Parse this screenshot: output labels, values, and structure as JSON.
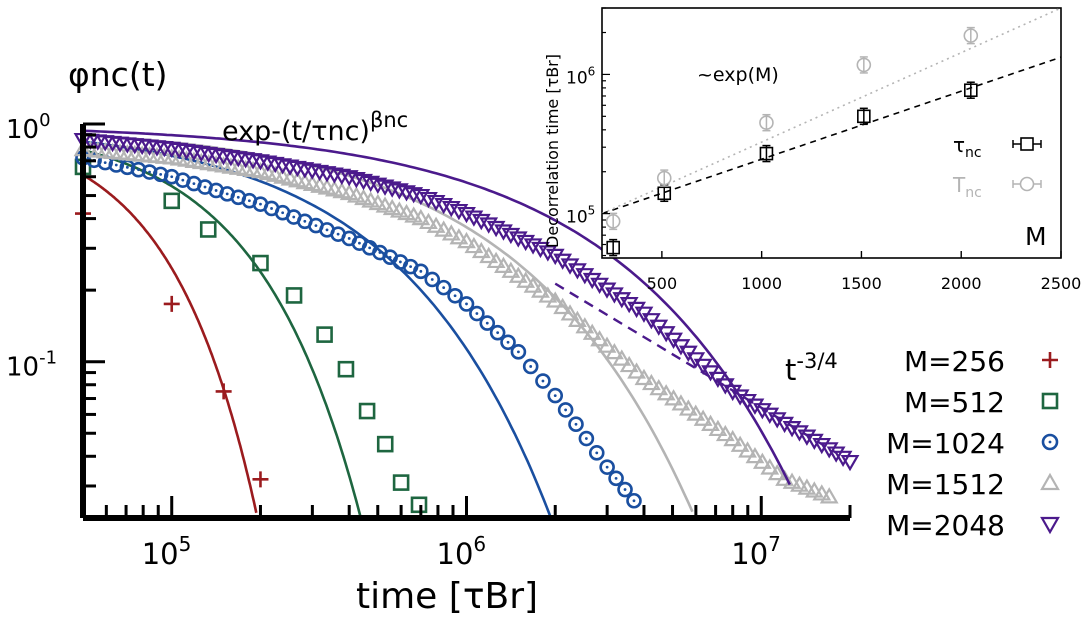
{
  "chart_data": [
    {
      "type": "line",
      "scale": {
        "x": "log",
        "y": "log"
      },
      "title": "exp-(t/τnc)",
      "title_sup": "βnc",
      "ylabel": "φnc(t)",
      "xlabel": "time [τBr]",
      "xlim": [
        50000,
        20000000
      ],
      "ylim": [
        0.022,
        1.0
      ],
      "x_ticks": [
        {
          "value": 100000,
          "base": "10",
          "exp": "5"
        },
        {
          "value": 1000000,
          "base": "10",
          "exp": "6"
        },
        {
          "value": 10000000,
          "base": "10",
          "exp": "7"
        }
      ],
      "y_ticks": [
        {
          "value": 1.0,
          "base": "10",
          "exp": "0"
        },
        {
          "value": 0.1,
          "base": "10",
          "exp": "-1"
        }
      ],
      "grid": false,
      "legend_position": "bottom-right",
      "power_law": {
        "label": "t",
        "label_exp": "-3/4",
        "exponent": -0.75,
        "x": [
          2000000,
          18000000
        ],
        "y": [
          0.213,
          0.0413
        ],
        "color": "#4b1a8c"
      },
      "series": [
        {
          "name": "M=256",
          "color": "#9b1b1e",
          "marker": "plus",
          "tau": 80000,
          "beta": 1.5,
          "markers": {
            "x": [
              50000,
              100000,
              150000,
              200000
            ],
            "y": [
              0.42,
              0.175,
              0.075,
              0.032
            ]
          },
          "fit": {
            "x_end": 235000
          }
        },
        {
          "name": "M=512",
          "color": "#1e6640",
          "marker": "square",
          "tau": 150000,
          "beta": 1.25,
          "markers": {
            "x": [
              50000,
              100000,
              133000,
              200000,
              260000,
              330000,
              390000,
              460000,
              530000,
              600000,
              690000
            ],
            "y": [
              0.66,
              0.475,
              0.36,
              0.26,
              0.19,
              0.13,
              0.093,
              0.062,
              0.045,
              0.031,
              0.025
            ]
          },
          "fit": {
            "x_end": 720000
          }
        },
        {
          "name": "M=1024",
          "color": "#1a4fa0",
          "marker": "circle",
          "tau": 400000,
          "beta": 0.85,
          "markers": {
            "x": [
              50000,
              100000,
              200000,
              400000,
              700000,
              1000000,
              1500000,
              2000000,
              3000000,
              3700000
            ],
            "y": [
              0.72,
              0.6,
              0.46,
              0.33,
              0.24,
              0.175,
              0.11,
              0.072,
              0.036,
              0.026
            ]
          },
          "fit": {
            "x_end": 2800000
          }
        },
        {
          "name": "M=1512",
          "color": "#b4b4b4",
          "marker": "triangle-up",
          "tau": 1000000,
          "beta": 0.75,
          "markers": {
            "x": [
              50000,
              100000,
              200000,
              400000,
              700000,
              1000000,
              2000000,
              4000000,
              8000000,
              12000000,
              17000000
            ],
            "y": [
              0.78,
              0.72,
              0.63,
              0.51,
              0.4,
              0.32,
              0.18,
              0.085,
              0.047,
              0.032,
              0.027
            ]
          },
          "fit": {
            "x_end": 7500000
          }
        },
        {
          "name": "M=2048",
          "color": "#4b1a8c",
          "marker": "triangle-down",
          "tau": 2200000,
          "beta": 0.72,
          "markers": {
            "x": [
              50000,
              100000,
              200000,
              400000,
              700000,
              1000000,
              2000000,
              4000000,
              8000000,
              12000000,
              17000000,
              20000000
            ],
            "y": [
              0.86,
              0.79,
              0.7,
              0.6,
              0.5,
              0.42,
              0.28,
              0.16,
              0.075,
              0.055,
              0.043,
              0.038
            ]
          },
          "fit": {
            "x_end": 12500000
          }
        }
      ]
    },
    {
      "type": "scatter",
      "scale": {
        "x": "linear",
        "y": "log"
      },
      "ylabel": "Decorrelation time [τBr]",
      "xlabel": "M",
      "annotation": "~exp(M)",
      "xlim": [
        200,
        2500
      ],
      "ylim": [
        48000,
        3000000
      ],
      "x_ticks": [
        500,
        1000,
        1500,
        2000,
        2500
      ],
      "y_ticks": [
        {
          "value": 100000,
          "base": "10",
          "exp": "5"
        },
        {
          "value": 1000000,
          "base": "10",
          "exp": "6"
        }
      ],
      "legend_position": "right",
      "series": [
        {
          "name": "τnc",
          "color": "#000000",
          "marker": "square-errorbar",
          "fit_style": "dashed",
          "x": [
            256,
            512,
            1024,
            1512,
            2048
          ],
          "y": [
            57000,
            140000,
            270000,
            500000,
            770000
          ],
          "fit_line": {
            "x": [
              200,
              2500
            ],
            "y": [
              100000,
              1330000
            ]
          }
        },
        {
          "name": "Tnc",
          "color": "#b4b4b4",
          "marker": "circle-errorbar",
          "fit_style": "dotted",
          "x": [
            256,
            512,
            1024,
            1512,
            2048
          ],
          "y": [
            88000,
            180000,
            450000,
            1170000,
            1900000
          ],
          "fit_line": {
            "x": [
              200,
              2500
            ],
            "y": [
              100000,
              3000000
            ]
          }
        }
      ]
    }
  ]
}
